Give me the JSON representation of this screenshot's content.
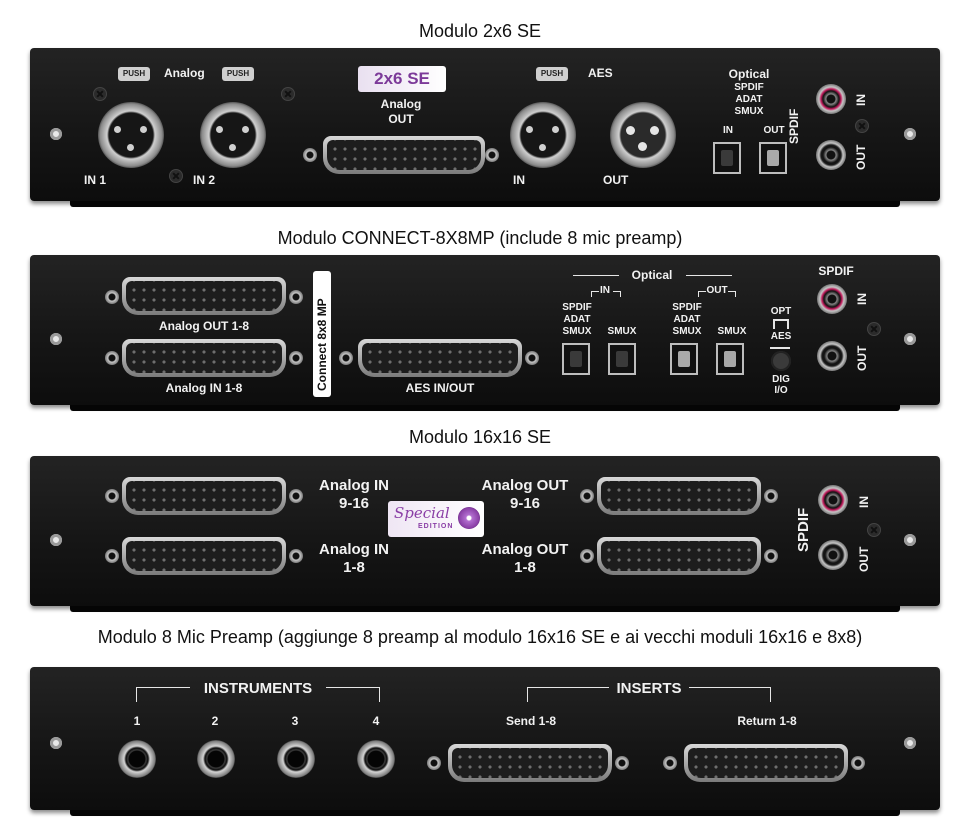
{
  "titles": {
    "m1": "Modulo 2x6 SE",
    "m2": "Modulo CONNECT-8X8MP (include 8 mic preamp)",
    "m3": "Modulo 16x16 SE",
    "m4": "Modulo 8 Mic Preamp (aggiunge 8 preamp al modulo 16x16 SE e ai vecchi moduli 16x16 e 8x8)"
  },
  "m1": {
    "push": "PUSH",
    "analog": "Analog",
    "in1": "IN 1",
    "in2": "IN 2",
    "badge": "2x6 SE",
    "analog_out_1": "Analog",
    "analog_out_2": "OUT",
    "aes": "AES",
    "aes_in": "IN",
    "aes_out": "OUT",
    "optical": "Optical",
    "spdif": "SPDIF",
    "adat": "ADAT",
    "smux": "SMUX",
    "opt_in": "IN",
    "opt_out": "OUT",
    "spdif_side": "SPDIF",
    "rca_in": "IN",
    "rca_out": "OUT"
  },
  "m2": {
    "analog_out": "Analog OUT 1-8",
    "analog_in": "Analog IN 1-8",
    "connect": "Connect 8x8 MP",
    "aes_io": "AES IN/OUT",
    "optical": "Optical",
    "in": "IN",
    "out": "OUT",
    "spdif": "SPDIF",
    "adat": "ADAT",
    "smux": "SMUX",
    "opt_sw": "OPT",
    "aes_sw": "AES",
    "dig": "DIG",
    "io": "I/O",
    "spdif_head": "SPDIF",
    "rca_in": "IN",
    "rca_out": "OUT"
  },
  "m3": {
    "ain_916_a": "Analog IN",
    "ain_916_b": "9-16",
    "ain_18_a": "Analog IN",
    "ain_18_b": "1-8",
    "aout_916_a": "Analog OUT",
    "aout_916_b": "9-16",
    "aout_18_a": "Analog OUT",
    "aout_18_b": "1-8",
    "special": "Special",
    "edition": "EDITION",
    "spdif": "SPDIF",
    "rca_in": "IN",
    "rca_out": "OUT"
  },
  "m4": {
    "instruments": "INSTRUMENTS",
    "n1": "1",
    "n2": "2",
    "n3": "3",
    "n4": "4",
    "inserts": "INSERTS",
    "send": "Send 1-8",
    "ret": "Return 1-8"
  },
  "colors": {
    "panel": "#161616",
    "spdif_red": "#c2185b",
    "badge_purple": "#9c4fb0"
  }
}
